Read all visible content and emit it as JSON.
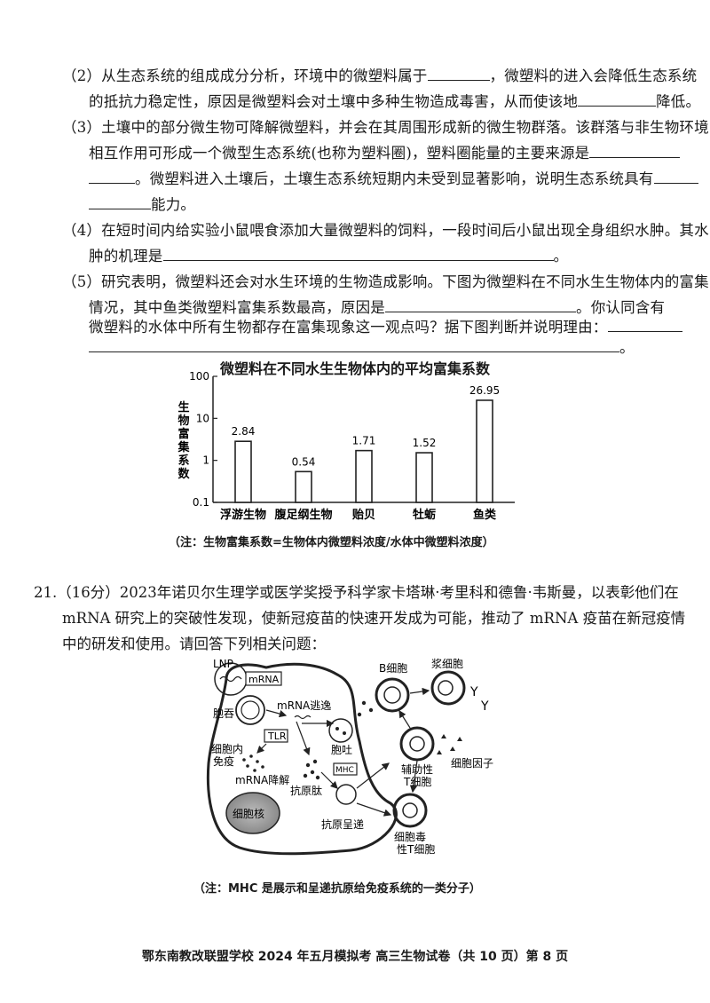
{
  "q2": {
    "l1a": "（2）从生态系统的组成成分分析，环境中的微塑料属于",
    "l1b": "，微塑料的进入会降低生态系统",
    "l2a": "的抵抗力稳定性，原因是微塑料会对土壤中多种生物造成毒害，从而使该地",
    "l2b": "降低。"
  },
  "q3": {
    "l1": "（3）土壤中的部分微生物可降解微塑料，并会在其周围形成新的微生物群落。该群落与非生物环境",
    "l2a": "相互作用可形成一个微型生态系统(也称为塑料圈)，塑料圈能量的主要来源是",
    "l3a": "。微塑料进入土壤后，土壤生态系统短期内未受到显著影响，说明生态系统具有",
    "l4b": "能力。"
  },
  "q4": {
    "l1": "（4）在短时间内给实验小鼠喂食添加大量微塑料的饲料，一段时间后小鼠出现全身组织水肿。其水",
    "l2a": "肿的机理是",
    "l2b": "。"
  },
  "q5": {
    "l1": "（5）研究表明，微塑料还会对水生环境的生物造成影响。下图为微塑料在不同水生生物体内的富集",
    "l2a": "情况，其中鱼类微塑料富集系数最高，原因是",
    "l2b": "。你认同含有",
    "l3a": "微塑料的水体中所有生物都存在富集现象这一观点吗？据下图判断并说明理由：",
    "l4b": "。"
  },
  "chart_data": {
    "type": "bar",
    "title": "微塑料在不同水生生物体内的平均富集系数",
    "ylabel": "生物富集系数",
    "xlabel": "",
    "y_scale": "log",
    "ylim": [
      0.1,
      100
    ],
    "y_ticks": [
      "0.1",
      "1",
      "10",
      "100"
    ],
    "categories": [
      "浮游生物",
      "腹足纲生物",
      "贻贝",
      "牡蛎",
      "鱼类"
    ],
    "values": [
      2.84,
      0.54,
      1.71,
      1.52,
      26.95
    ],
    "value_labels": [
      "2.84",
      "0.54",
      "1.71",
      "1.52",
      "26.95"
    ],
    "grid": false
  },
  "chart_note": "（注：生物富集系数=生物体内微塑料浓度/水体中微塑料浓度）",
  "q21": {
    "l1": "21.（16分）2023年诺贝尔生理学或医学奖授予科学家卡塔琳·考里科和德鲁·韦斯曼，以表彰他们在",
    "l2": "mRNA 研究上的突破性发现，使新冠疫苗的快速开发成为可能，推动了 mRNA 疫苗在新冠疫情",
    "l3": "中的研发和使用。请回答下列相关问题："
  },
  "diagram": {
    "lnp": "LNP",
    "mrna": "mRNA",
    "endocytosis": "胞吞",
    "escape": "mRNA逃逸",
    "tlr": "TLR",
    "innate1": "细胞内",
    "innate2": "免疫",
    "exocytosis": "胞吐",
    "degrade": "mRNA降解",
    "mhc": "MHC",
    "peptide": "抗原肽",
    "nucleus": "细胞核",
    "present": "抗原呈递",
    "bcell": "B细胞",
    "plasma": "浆细胞",
    "th1": "辅助性",
    "th2": "T细胞",
    "cytokine": "细胞因子",
    "tc1": "细胞毒",
    "tc2": "性T细胞"
  },
  "diagram_note": "（注：MHC 是展示和呈递抗原给免疫系统的一类分子）",
  "footer": "鄂东南教改联盟学校 2024 年五月模拟考 高三生物试卷（共 10 页）第 8 页"
}
